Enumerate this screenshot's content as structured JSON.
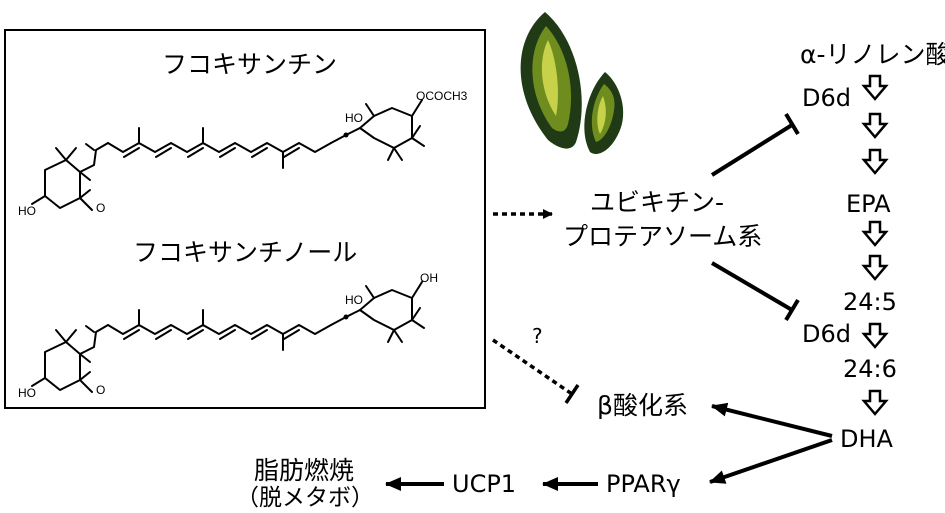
{
  "compounds": {
    "fucoxanthin": "フコキサンチン",
    "fucoxanthinol": "フコキサンチノール"
  },
  "atoms": {
    "ho": "HO",
    "o": "O",
    "oh": "OH",
    "ococh3": "OCOCH3"
  },
  "pathway": {
    "alpha_linolenic_acid": "α-リノレン酸",
    "d6d_1": "D6d",
    "epa": "EPA",
    "c24_5": "24:5",
    "d6d_2": "D6d",
    "c24_6": "24:6",
    "dha": "DHA"
  },
  "nodes": {
    "ubiquitin_line1": "ユビキチン-",
    "ubiquitin_line2": "プロテアソーム系",
    "beta_oxidation": "β酸化系",
    "ppar_gamma": "PPARγ",
    "ucp1": "UCP1",
    "fat_burning_line1": "脂肪燃焼",
    "fat_burning_line2": "（脱メタボ）"
  },
  "annotations": {
    "question_mark": "?"
  },
  "colors": {
    "line": "#000000",
    "seaweed_dark": "#1f3a14",
    "seaweed_mid": "#6f8d1e",
    "seaweed_light": "#c7d24a"
  }
}
